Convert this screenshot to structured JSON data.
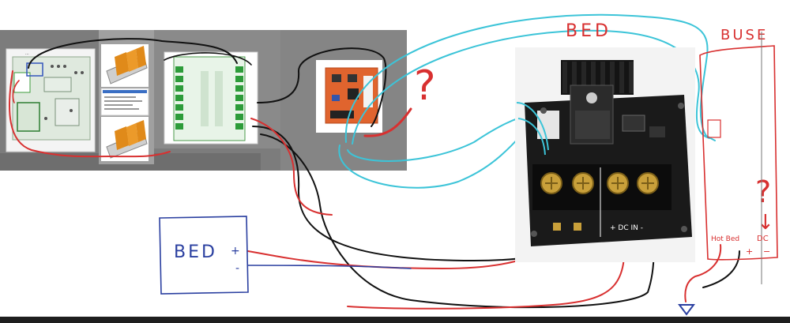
{
  "labels": {
    "bed_top": "BED",
    "buse": "BUSE",
    "bed_box": "BED",
    "plus_sign": "+",
    "minus_sign": "-",
    "hot_bed": "Hot Bed",
    "dc": "DC",
    "dc_plus": "+",
    "dc_minus": "−",
    "question_1": "?",
    "question_2": "?",
    "arrow_down": "↓",
    "board_dc_in": "+ DC IN -"
  },
  "colors": {
    "background": "#ffffff",
    "panel_gray": "#7c7c7c",
    "wire_red": "#d83030",
    "wire_black": "#111111",
    "wire_cyan": "#3cc4d8",
    "wire_blue_pen": "#2a3fa0",
    "mosfet_board": "#1a1a1a",
    "terminal_brass": "#c9a03a",
    "pcb_orange": "#e0642e"
  },
  "icons": {
    "ground": "ground-symbol-icon",
    "connector_clip": "wago-connector-icon"
  }
}
